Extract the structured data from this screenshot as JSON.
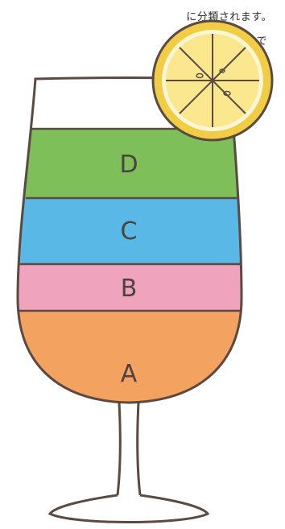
{
  "text_lines": [
    "に分類されます。",
    "み合わせることで"
  ],
  "layers": [
    {
      "label": "D",
      "color": "#7fbf5a"
    },
    {
      "label": "C",
      "color": "#5ab8e6"
    },
    {
      "label": "B",
      "color": "#f0a3bd"
    },
    {
      "label": "A",
      "color": "#f4a25f"
    }
  ],
  "colors": {
    "outline": "#5a4a42",
    "lemon_rind": "#f1cd45",
    "lemon_flesh": "#fbe88e",
    "lemon_pith": "#fdf6d6"
  }
}
